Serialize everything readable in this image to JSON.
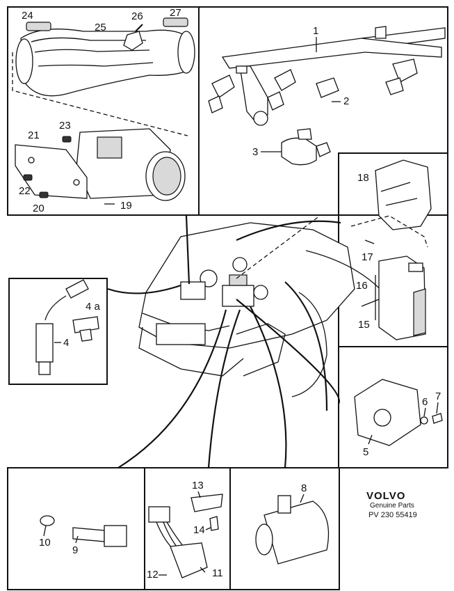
{
  "callouts": {
    "n1": "1",
    "n2": "2",
    "n3": "3",
    "n4": "4",
    "n4a": "4 a",
    "n5": "5",
    "n6": "6",
    "n7": "7",
    "n8": "8",
    "n9": "9",
    "n10": "10",
    "n11": "11",
    "n12": "12",
    "n13": "13",
    "n14": "14",
    "n15": "15",
    "n16": "16",
    "n17": "17",
    "n18": "18",
    "n19": "19",
    "n20": "20",
    "n21": "21",
    "n22": "22",
    "n23": "23",
    "n24": "24",
    "n25": "25",
    "n26": "26",
    "n27": "27"
  },
  "branding": {
    "logo": "VOLVO",
    "subtitle": "Genuine Parts",
    "part_number": "PV 230 55419"
  }
}
